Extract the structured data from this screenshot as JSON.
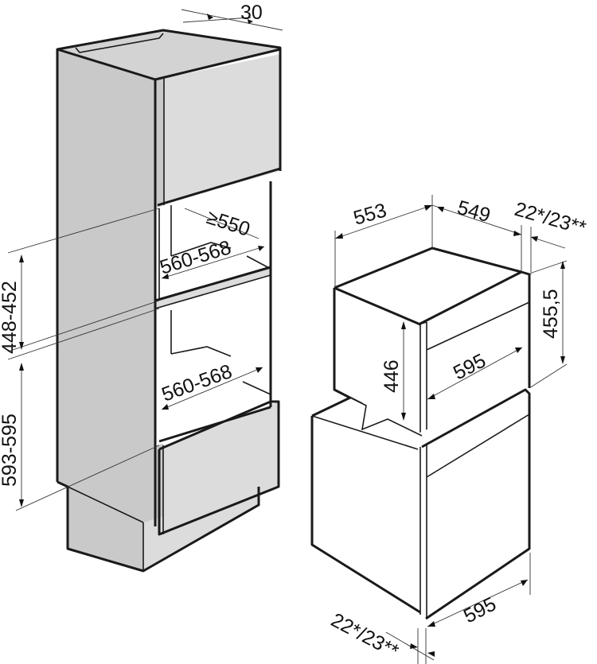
{
  "diagram": {
    "type": "technical-installation-drawing",
    "subject": "Built-in appliance installation dimensions (tall housing unit with compact appliance above oven)",
    "colors": {
      "line": "#1a1a1a",
      "cabinet_side": "#c9c9c9",
      "cabinet_front": "#dcdcdc",
      "background": "#ffffff"
    },
    "cabinet": {
      "dimensions": {
        "rear_gap": "30",
        "niche_depth": "≥550",
        "upper_niche_width": "560-568",
        "lower_niche_width": "560-568",
        "upper_niche_height": "448-452",
        "lower_niche_height": "593-595"
      }
    },
    "appliance": {
      "dimensions": {
        "body_width": "553",
        "body_depth": "549",
        "front_thickness_top": "22*/23**",
        "front_height": "455,5",
        "body_height": "446",
        "front_width_upper": "595",
        "front_width_lower": "595",
        "front_thickness_bottom": "22*/23**"
      }
    }
  }
}
